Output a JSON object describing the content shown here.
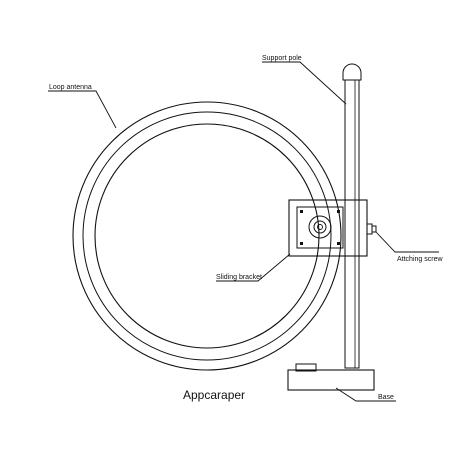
{
  "diagram": {
    "caption": "Appcaraper",
    "labels": {
      "loop_antenna": "Loop antenna",
      "support_pole": "Support pole",
      "attaching_screw": "Attching screw",
      "sliding_bracket": "Sliding bracket",
      "base": "Base"
    }
  }
}
